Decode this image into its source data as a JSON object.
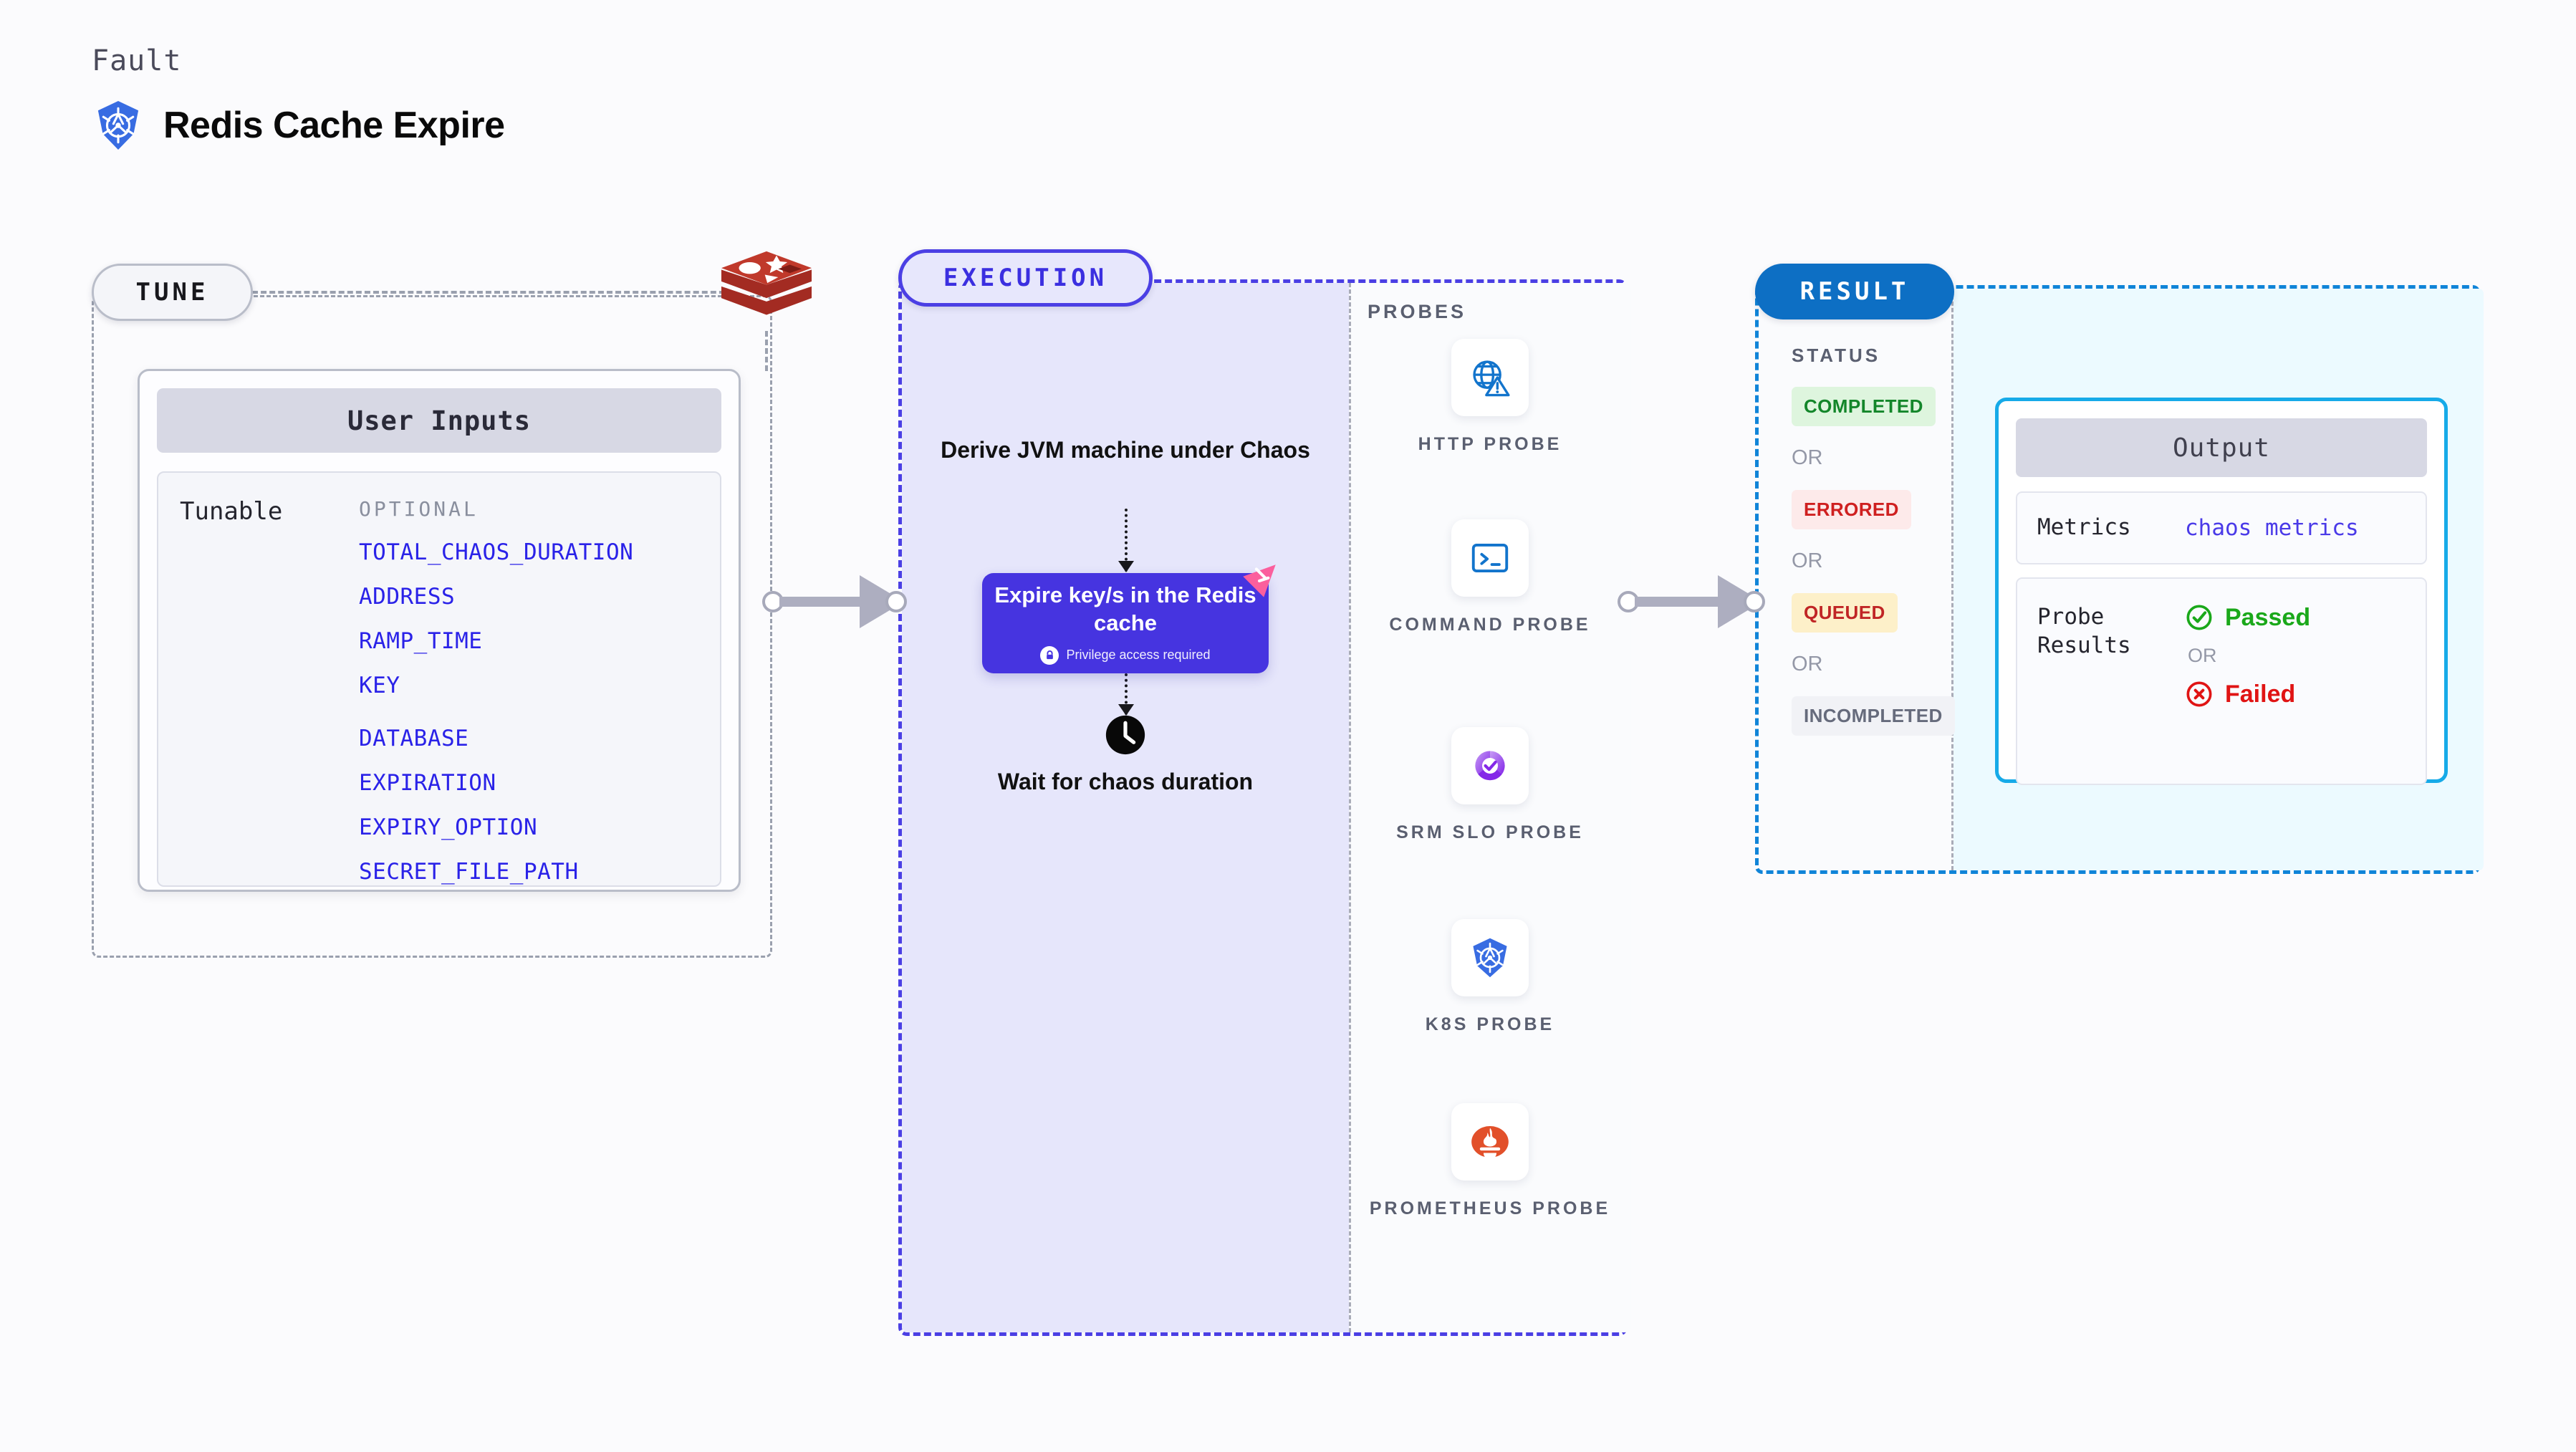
{
  "header": {
    "eyebrow": "Fault",
    "title": "Redis Cache Expire",
    "icon": "kubernetes-icon"
  },
  "tune": {
    "pill_label": "TUNE",
    "source_icon": "redis-logo",
    "user_inputs_title": "User Inputs",
    "tunable_label": "Tunable",
    "optional_label": "OPTIONAL",
    "tunables": [
      "TOTAL_CHAOS_DURATION",
      "ADDRESS",
      "RAMP_TIME",
      "KEY",
      "DATABASE",
      "EXPIRATION",
      "EXPIRY_OPTION",
      "SECRET_FILE_PATH"
    ]
  },
  "execution": {
    "pill_label": "EXECUTION",
    "derive_step": "Derive JVM machine under Chaos",
    "action_card": {
      "title": "Expire key/s in the Redis cache",
      "badge": "Privilege access required",
      "badge_icon": "lock-icon",
      "corner_icon": "chaos-flag-icon"
    },
    "wait_step": {
      "icon": "clock-icon",
      "label": "Wait for chaos duration"
    }
  },
  "probes": {
    "title": "PROBES",
    "items": [
      {
        "label": "HTTP PROBE",
        "icon": "globe-warning-icon"
      },
      {
        "label": "COMMAND PROBE",
        "icon": "terminal-icon"
      },
      {
        "label": "SRM SLO PROBE",
        "icon": "srm-slo-icon"
      },
      {
        "label": "K8S PROBE",
        "icon": "kubernetes-icon"
      },
      {
        "label": "PROMETHEUS PROBE",
        "icon": "prometheus-icon"
      }
    ]
  },
  "result": {
    "pill_label": "RESULT",
    "status_title": "STATUS",
    "or_label": "OR",
    "statuses": [
      {
        "label": "COMPLETED",
        "bg": "#def5de",
        "fg": "#13862a"
      },
      {
        "label": "ERRORED",
        "bg": "#fdeaea",
        "fg": "#cf2020"
      },
      {
        "label": "QUEUED",
        "bg": "#fdf0c9",
        "fg": "#c02525"
      },
      {
        "label": "INCOMPLETED",
        "bg": "#f1f2f6",
        "fg": "#666b7c"
      }
    ],
    "output": {
      "title": "Output",
      "metrics_key": "Metrics",
      "metrics_value": "chaos metrics",
      "probe_results_key": "Probe Results",
      "passed_label": "Passed",
      "failed_label": "Failed",
      "passed_icon": "check-circle-icon",
      "failed_icon": "x-circle-icon",
      "or_label": "OR"
    }
  },
  "colors": {
    "tune_border": "#9aa0ae",
    "execution_border": "#4b3fe4",
    "result_border": "#1084d8",
    "action_card": "#4634e0",
    "tunable_text": "#2a22e8",
    "output_border": "#16aae8"
  }
}
